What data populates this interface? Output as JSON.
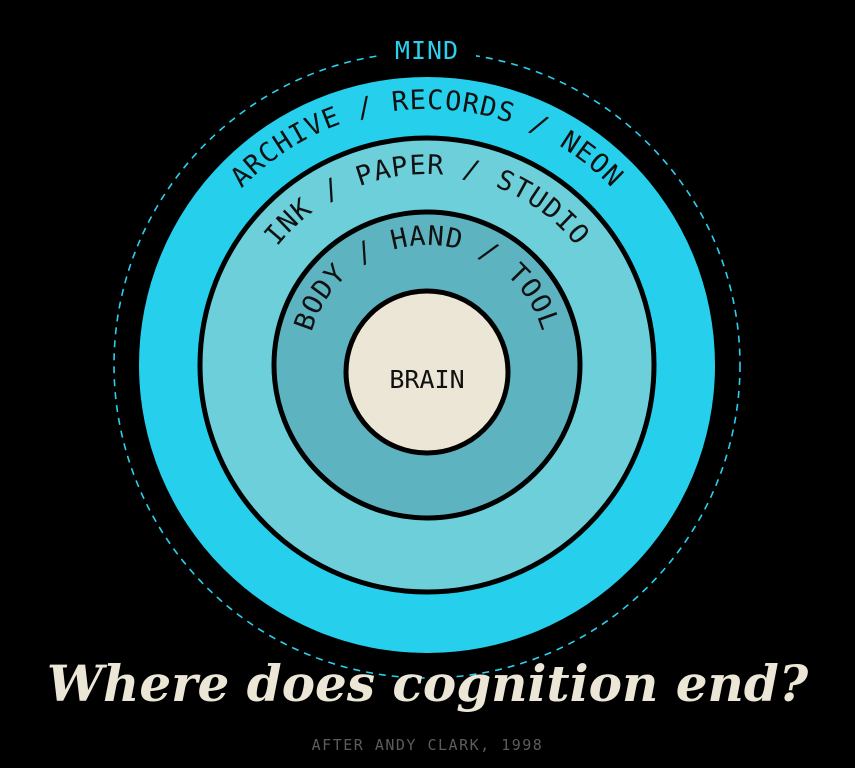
{
  "diagram": {
    "outer_label": "MIND",
    "rings": [
      {
        "label": "ARCHIVE / RECORDS / NEON",
        "color": "#26d0ec"
      },
      {
        "label": "INK / PAPER / STUDIO",
        "color": "#6ccfd9"
      },
      {
        "label": "BODY / HAND / TOOL",
        "color": "#5eb3c0"
      }
    ],
    "core": {
      "label": "BRAIN",
      "color": "#ece6d6"
    },
    "accent_color": "#2bd0ee"
  },
  "title": "Where does cognition end?",
  "caption": "AFTER ANDY CLARK, 1998"
}
